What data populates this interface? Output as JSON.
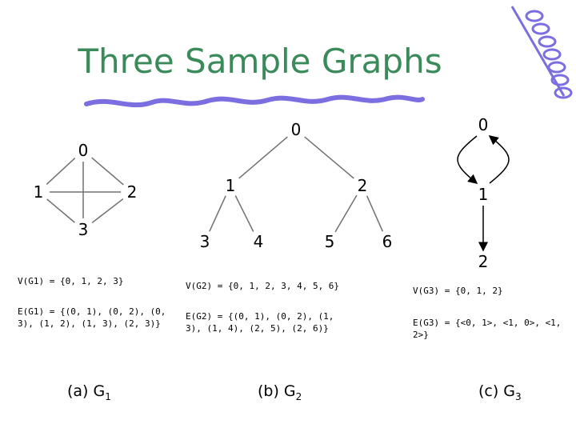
{
  "title": "Three Sample Graphs",
  "g1": {
    "nodes": [
      "0",
      "1",
      "2",
      "3"
    ],
    "edges": [
      [
        "0",
        "1"
      ],
      [
        "0",
        "2"
      ],
      [
        "0",
        "3"
      ],
      [
        "1",
        "2"
      ],
      [
        "1",
        "3"
      ],
      [
        "2",
        "3"
      ]
    ],
    "vertex_set": "V(G1) = {0, 1, 2, 3}",
    "edge_set": "E(G1) = {(0, 1), (0, 2), (0, 3), (1, 2), (1, 3), (2, 3)}",
    "caption_prefix": "(a) G",
    "caption_sub": "1"
  },
  "g2": {
    "nodes": [
      "0",
      "1",
      "2",
      "3",
      "4",
      "5",
      "6"
    ],
    "edges": [
      [
        "0",
        "1"
      ],
      [
        "0",
        "2"
      ],
      [
        "1",
        "3"
      ],
      [
        "1",
        "4"
      ],
      [
        "2",
        "5"
      ],
      [
        "2",
        "6"
      ]
    ],
    "vertex_set": "V(G2) = {0, 1, 2, 3, 4, 5, 6}",
    "edge_set": "E(G2) = {(0, 1), (0, 2), (1, 3), (1, 4), (2, 5), (2, 6)}",
    "caption_prefix": "(b) G",
    "caption_sub": "2"
  },
  "g3": {
    "nodes": [
      "0",
      "1",
      "2"
    ],
    "edges": [
      [
        "0",
        "1"
      ],
      [
        "1",
        "0"
      ],
      [
        "1",
        "2"
      ]
    ],
    "vertex_set": "V(G3) = {0, 1, 2}",
    "edge_set": "E(G3) = {<0, 1>, <1, 0>, <1, 2>}",
    "caption_prefix": "(c) G",
    "caption_sub": "3"
  },
  "colors": {
    "title": "#3a8a5a",
    "scribble": "#7b6ee0",
    "edge": "#707070"
  }
}
